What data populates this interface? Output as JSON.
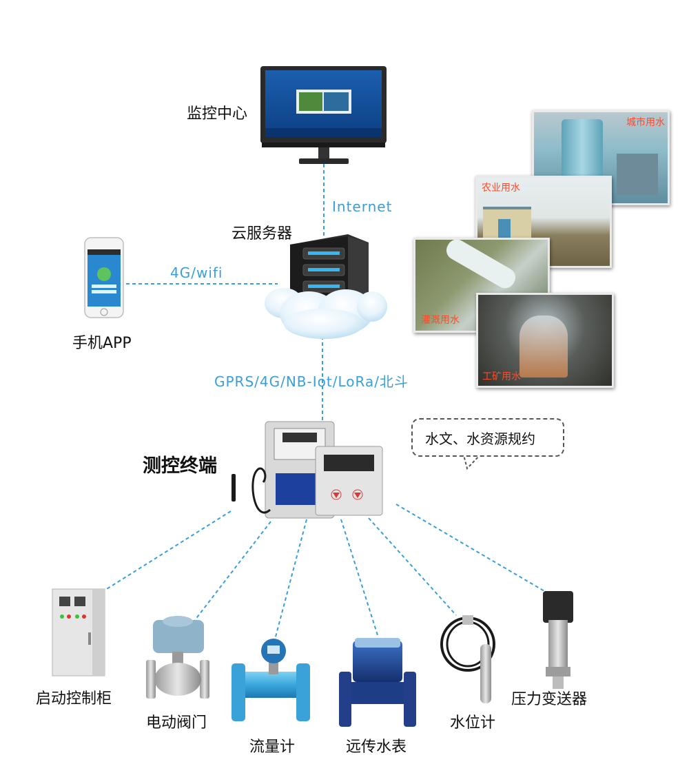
{
  "labels": {
    "monitor": "监控中心",
    "cloud": "云服务器",
    "phone": "手机APP",
    "terminal": "测控终端",
    "cabinet": "启动控制柜",
    "valve": "电动阀门",
    "flowmeter": "流量计",
    "watermeter": "远传水表",
    "levelgauge": "水位计",
    "pressure": "压力变送器"
  },
  "links": {
    "internet": "Internet",
    "wifi": "4G/wifi",
    "gprs": "GPRS/4G/NB-Iot/LoRa/北斗"
  },
  "protocol": "水文、水资源规约",
  "photos": {
    "city": "城市用水",
    "agri": "农业用水",
    "irrigation": "灌溉用水",
    "mining": "工矿用水"
  },
  "colors": {
    "link": "#3a9fd8",
    "caption": "#ff4a2a"
  }
}
